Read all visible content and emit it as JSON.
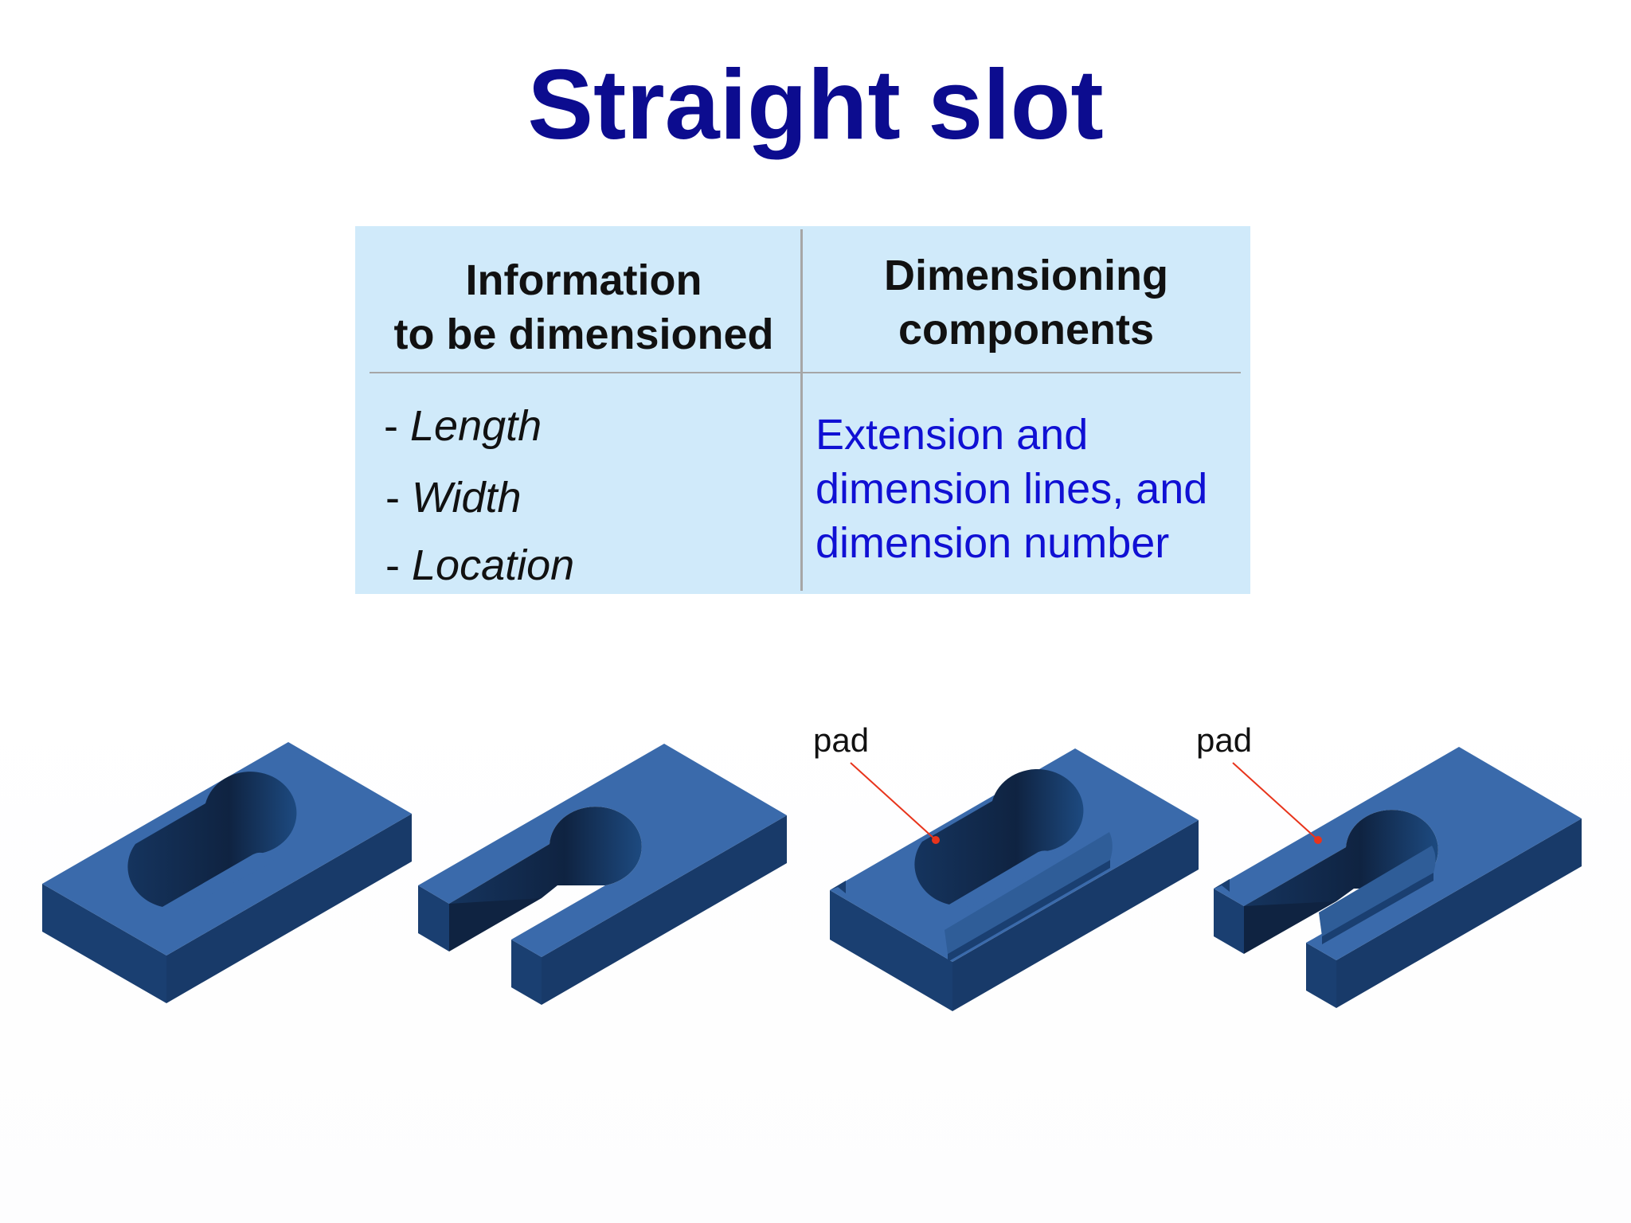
{
  "title": "Straight slot",
  "table": {
    "left_header_line1": "Information",
    "left_header_line2": "to be dimensioned",
    "right_header_line1": "Dimensioning",
    "right_header_line2": "components",
    "items": [
      {
        "dash": "- ",
        "text": "Length"
      },
      {
        "dash": "- ",
        "text": "Width"
      },
      {
        "dash": "- ",
        "text": "Location"
      }
    ],
    "components_lines": [
      "Extension and",
      "dimension lines, and",
      "dimension number"
    ]
  },
  "callouts": {
    "pad_label_1": "pad",
    "pad_label_2": "pad"
  },
  "colors": {
    "title": "#0c0c8f",
    "table_bg": "#d0eafa",
    "components_text": "#1010d4",
    "block_top": "#3a6aab",
    "block_side": "#1a3f71",
    "slot_shadow": "#0f2341",
    "leader": "#e8341c"
  }
}
